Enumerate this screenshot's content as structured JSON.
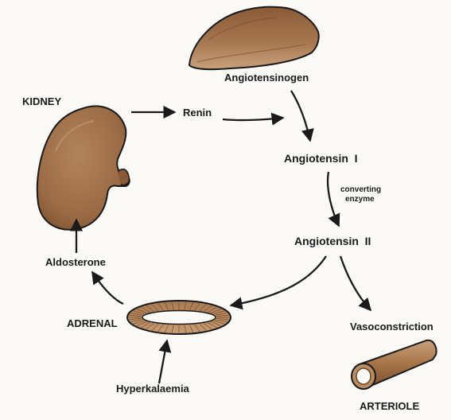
{
  "labels": {
    "kidney": "KIDNEY",
    "renin": "Renin",
    "angiotensinogen": "Angiotensinogen",
    "angiotensin_1": "Angiotensin  I",
    "converting_enzyme_line1": "converting",
    "converting_enzyme_line2": "enzyme",
    "angiotensin_2": "Angiotensin  II",
    "aldosterone": "Aldosterone",
    "adrenal": "ADRENAL",
    "vasoconstriction": "Vasoconstriction",
    "hyperkalaemia": "Hyperkalaemia",
    "arteriole": "ARTERIOLE"
  },
  "colors": {
    "organ_fill": "#a0704a",
    "organ_dark": "#6e4628",
    "organ_light": "#c69a72",
    "outline": "#1a1a1a",
    "background": "#fbfaf6"
  }
}
